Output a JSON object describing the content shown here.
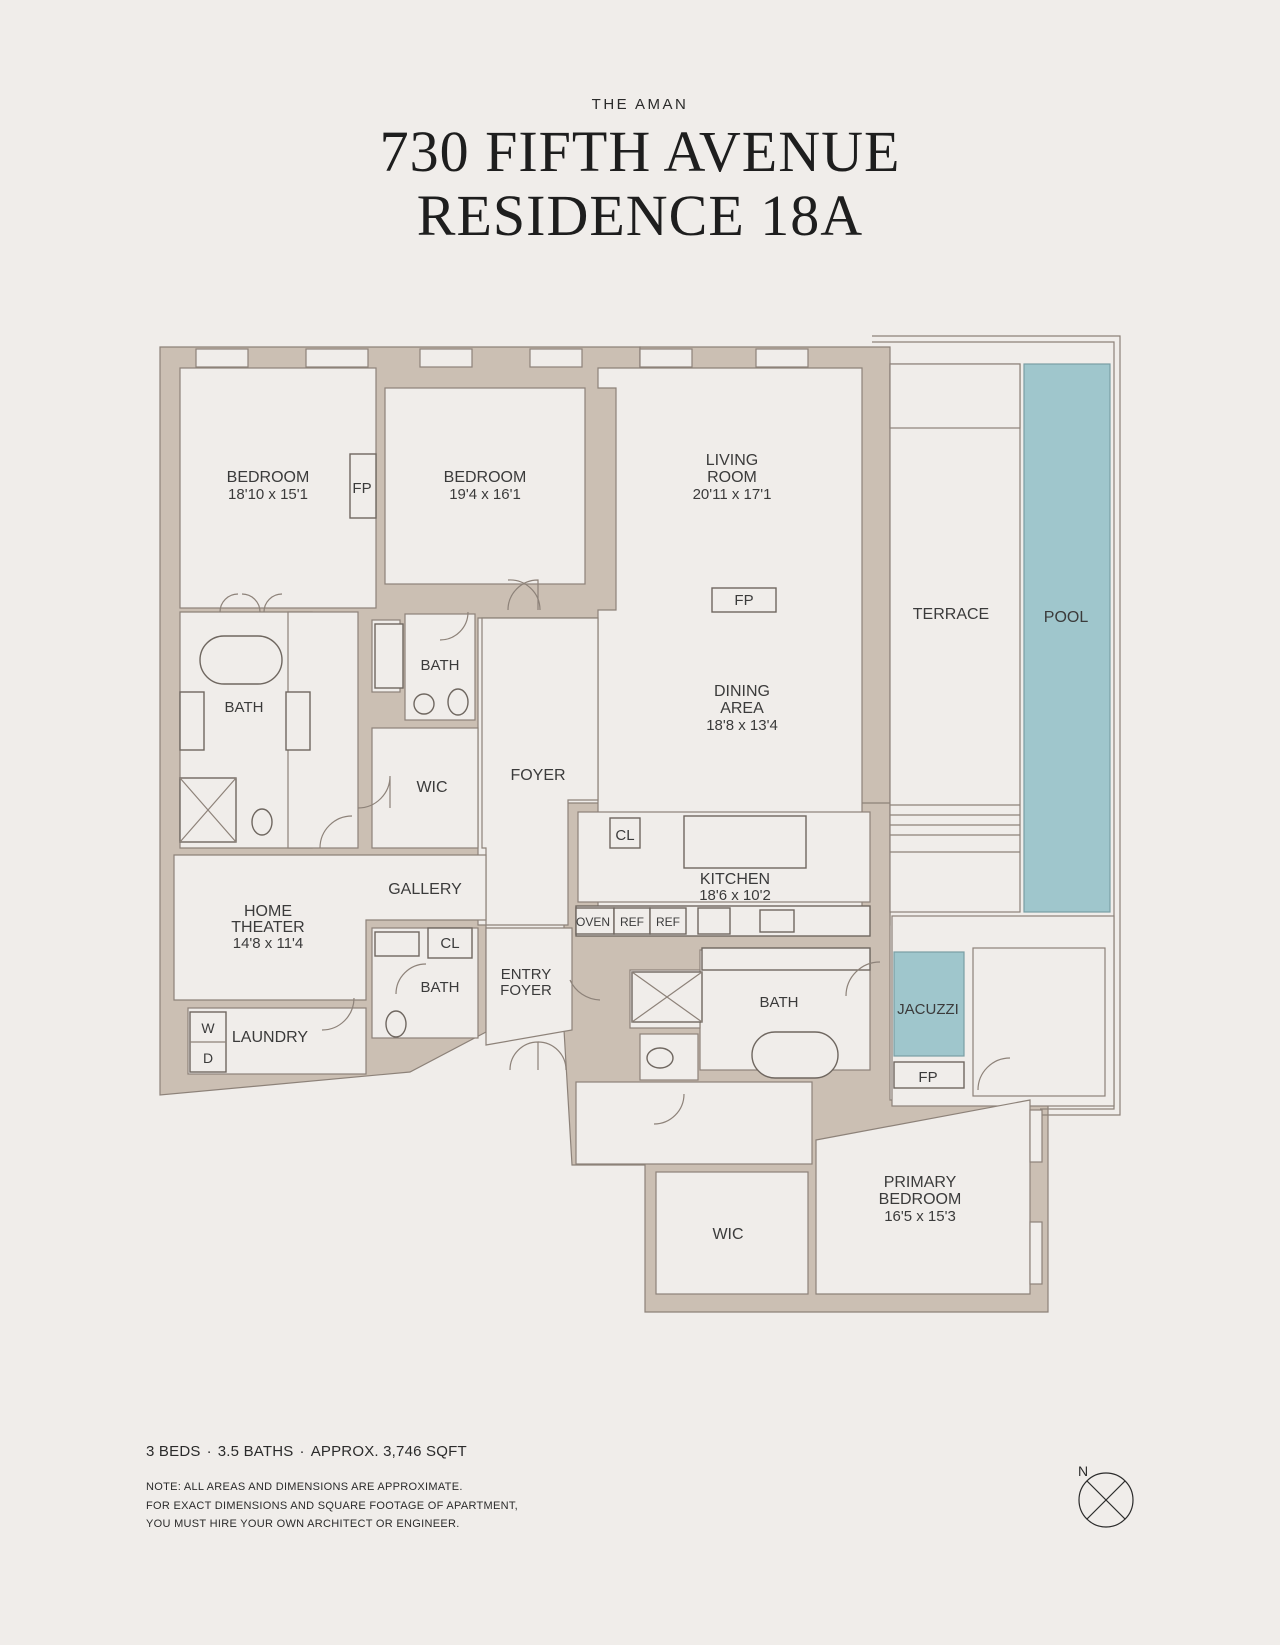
{
  "header": {
    "brand": "THE AMAN",
    "title_line1": "730 FIFTH AVENUE",
    "title_line2": "RESIDENCE 18A"
  },
  "rooms": {
    "bedroom_1": {
      "name": "BEDROOM",
      "dims": "18'10 x 15'1"
    },
    "bedroom_2": {
      "name": "BEDROOM",
      "dims": "19'4 x 16'1"
    },
    "living": {
      "line1": "LIVING",
      "line2": "ROOM",
      "dims": "20'11 x 17'1"
    },
    "dining": {
      "line1": "DINING",
      "line2": "AREA",
      "dims": "18'8 x 13'4"
    },
    "kitchen": {
      "name": "KITCHEN",
      "dims": "18'6 x 10'2"
    },
    "home_theater": {
      "line1": "HOME",
      "line2": "THEATER",
      "dims": "14'8 x 11'4"
    },
    "primary_bedroom": {
      "line1": "PRIMARY",
      "line2": "BEDROOM",
      "dims": "16'5 x 15'3"
    },
    "terrace": "TERRACE",
    "pool": "POOL",
    "jacuzzi": "JACUZZI",
    "foyer": "FOYER",
    "gallery": "GALLERY",
    "entry_foyer": {
      "line1": "ENTRY",
      "line2": "FOYER"
    },
    "laundry": "LAUNDRY",
    "bath": "BATH",
    "wic": "WIC",
    "fp": "FP",
    "cl": "CL",
    "oven": "OVEN",
    "ref": "REF",
    "washer": "W",
    "dryer": "D"
  },
  "summary": {
    "beds": "3 BEDS",
    "baths": "3.5 BATHS",
    "sqft": "APPROX. 3,746 SQFT",
    "separator": "·"
  },
  "note": {
    "line1": "NOTE: ALL AREAS AND DIMENSIONS ARE APPROXIMATE.",
    "line2": "FOR EXACT DIMENSIONS AND SQUARE FOOTAGE OF APARTMENT,",
    "line3": "YOU MUST HIRE YOUR OWN ARCHITECT OR ENGINEER."
  },
  "compass": {
    "label": "N"
  },
  "colors": {
    "background": "#f0edea",
    "wall": "#cbbfb3",
    "wall_outline": "#8d8279",
    "room_fill": "#f0edea",
    "water": "#9fc6cc"
  }
}
